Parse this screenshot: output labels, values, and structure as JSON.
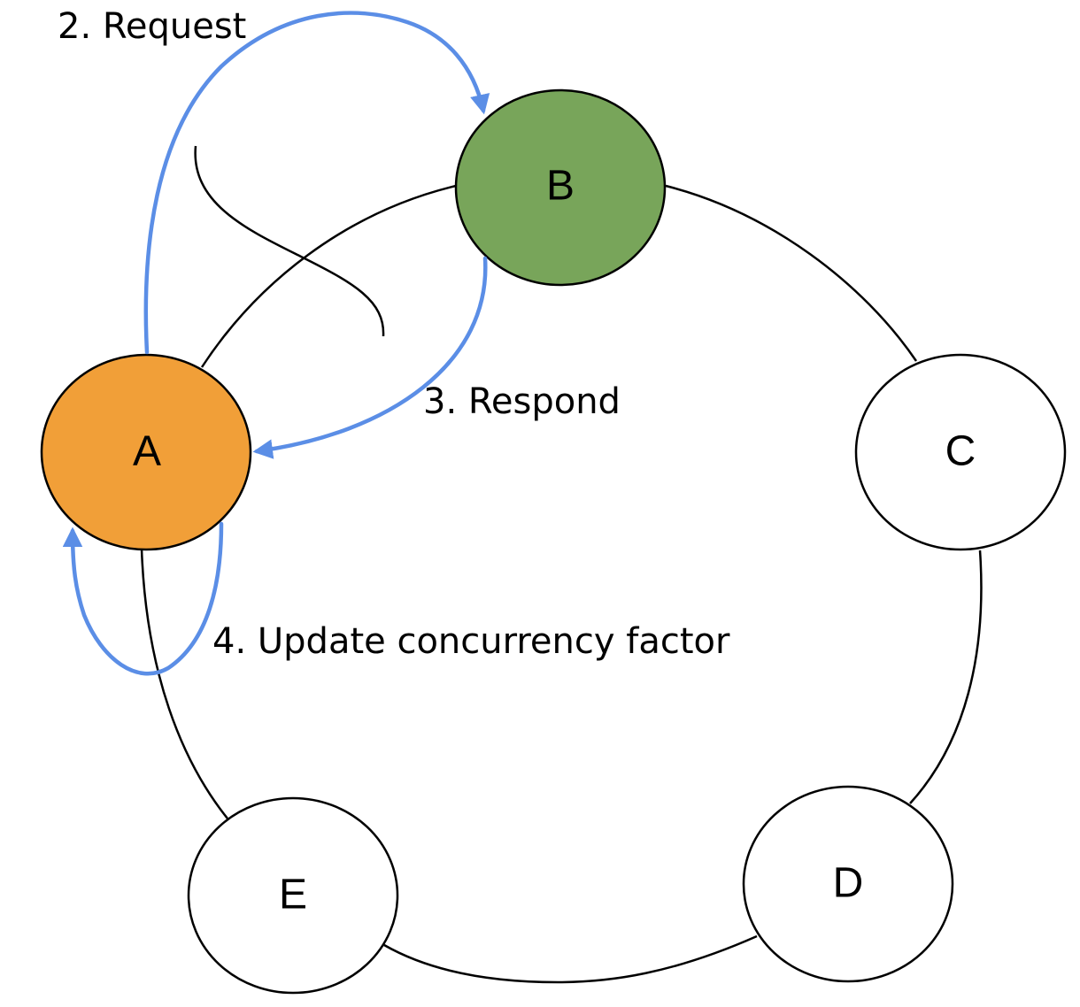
{
  "colors": {
    "flow_arrow": "#5b8ee6",
    "node_a_fill": "#f19f38",
    "node_b_fill": "#78a55a",
    "node_default_fill": "#ffffff",
    "stroke": "#000000"
  },
  "nodes": {
    "a": {
      "label": "A"
    },
    "b": {
      "label": "B"
    },
    "c": {
      "label": "C"
    },
    "d": {
      "label": "D"
    },
    "e": {
      "label": "E"
    }
  },
  "edges": {
    "request": {
      "label": "2. Request"
    },
    "respond": {
      "label": "3. Respond"
    },
    "update": {
      "label": "4. Update concurrency factor"
    }
  }
}
